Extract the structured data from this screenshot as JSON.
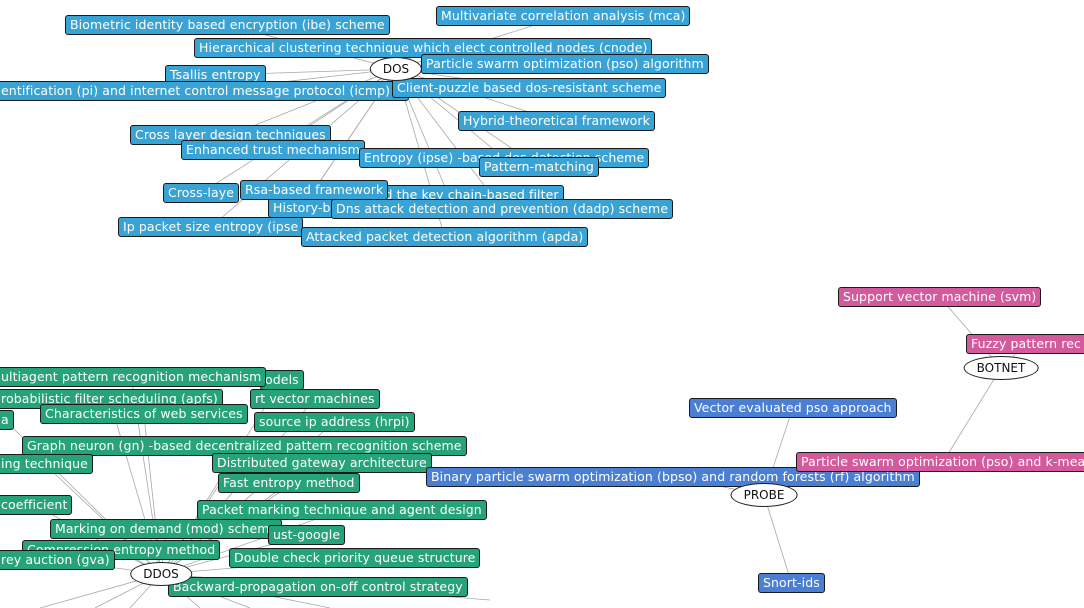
{
  "hubs": [
    {
      "id": "dos",
      "label": "DOS"
    },
    {
      "id": "ddos",
      "label": "DDOS"
    },
    {
      "id": "probe",
      "label": "PROBE"
    },
    {
      "id": "botnet",
      "label": "BOTNET"
    }
  ],
  "categories": {
    "dos": {
      "color": "#3aa3d5"
    },
    "ddos": {
      "color": "#27a37a"
    },
    "probe": {
      "color": "#4a7fd4"
    },
    "botnet": {
      "color": "#d45a9e"
    }
  },
  "nodes": {
    "dos": [
      "Multivariate correlation analysis (mca)",
      "Biometric identity based encryption (ibe) scheme",
      "Hierarchical clustering technique which elect controlled nodes (cnode)",
      "Tsallis entropy",
      "Particle swarm optimization (pso) algorithm",
      "entification (pi) and internet control message protocol (icmp) tr",
      "Client-puzzle based dos-resistant scheme",
      "Hybrid-theoretical framework",
      "Cross layer design techniques",
      "Enhanced trust mechanism",
      "Entropy (ipse) -based dos detection scheme",
      "Pattern-matching",
      "Cross-laye",
      "Rsa-based framework",
      "itter and the key chain-based filter",
      "History-b",
      "Dns attack detection and prevention (dadp) scheme",
      "Ip packet size entropy (ipse",
      "Attacked packet detection algorithm (apda)"
    ],
    "ddos": [
      "odels",
      "ultiagent pattern recognition mechanism",
      "rt vector machines",
      "robabilistic filter scheduling (apfs)",
      "a",
      "Characteristics of web services",
      "source ip address (hrpi)",
      "Graph neuron (gn) -based decentralized pattern recognition scheme",
      "ing technique",
      "Distributed gateway architecture",
      "Fast entropy method",
      "coefficient",
      "Packet marking technique and agent design",
      "Marking on demand (mod) scheme",
      "ust-google",
      "Compression entropy method",
      "Double check priority queue structure",
      "rey auction (gva)",
      "Backward-propagation on-off control strategy"
    ],
    "probe": [
      "Vector evaluated pso approach",
      "Binary particle swarm optimization (bpso) and random forests (rf) algorithm",
      "Snort-ids"
    ],
    "botnet": [
      "Support vector machine (svm)",
      "Fuzzy pattern rec",
      "Particle swarm optimization (pso) and k-mea"
    ]
  }
}
